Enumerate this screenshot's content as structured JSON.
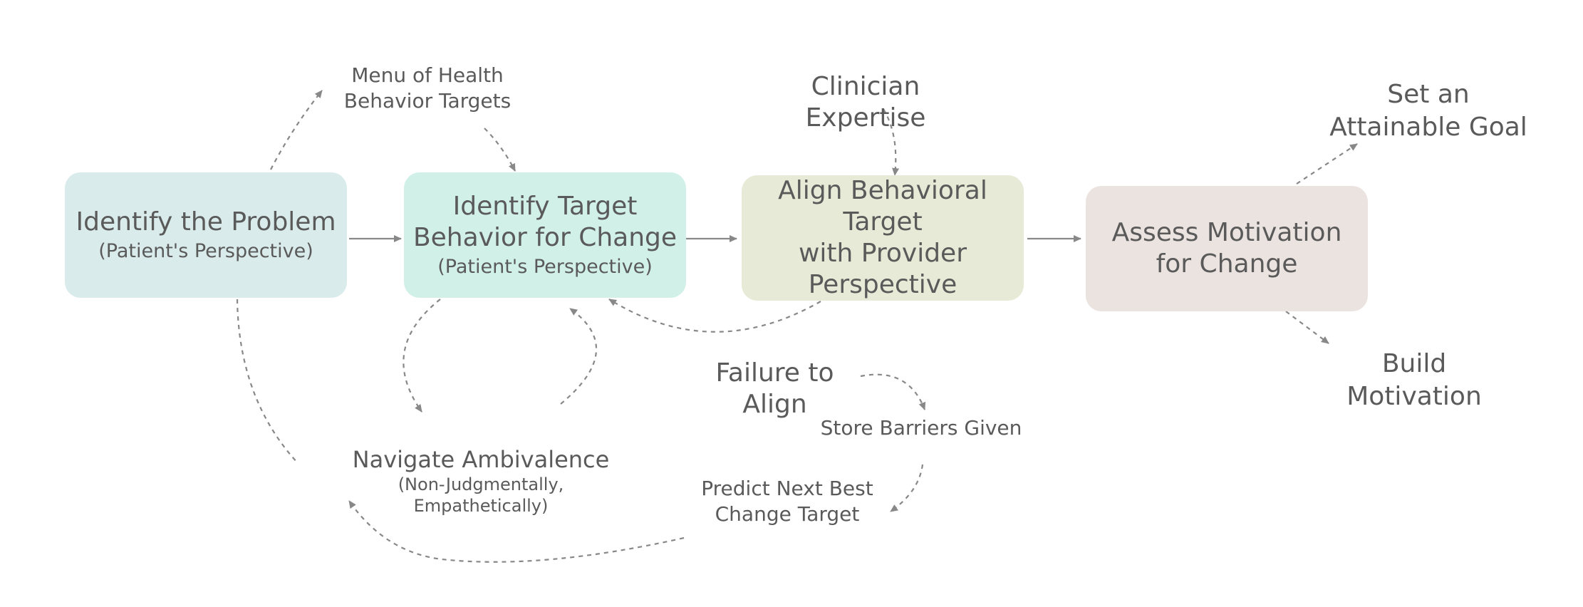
{
  "colors": {
    "box1": "#d9ebea",
    "box2": "#d1f0e8",
    "box3": "#e6ead6",
    "box4": "#ebe3df",
    "arrow": "#888888"
  },
  "boxes": {
    "identify_problem": {
      "title": "Identify the Problem",
      "subtitle": "(Patient's Perspective)"
    },
    "identify_target": {
      "title": "Identify Target\nBehavior for Change",
      "subtitle": "(Patient's Perspective)"
    },
    "align_target": {
      "title": "Align Behavioral Target\nwith Provider\nPerspective"
    },
    "assess_motivation": {
      "title": "Assess Motivation\nfor Change"
    }
  },
  "labels": {
    "menu_targets": "Menu of Health\nBehavior Targets",
    "clinician_expertise": "Clinician Expertise",
    "set_goal": "Set an\nAttainable Goal",
    "build_motivation": "Build\nMotivation",
    "failure_to_align": "Failure to Align",
    "store_barriers": "Store Barriers Given",
    "predict_next": "Predict Next Best\nChange Target",
    "navigate_ambivalence": "Navigate Ambivalence",
    "navigate_ambivalence_sub": "(Non-Judgmentally, Empathetically)"
  }
}
